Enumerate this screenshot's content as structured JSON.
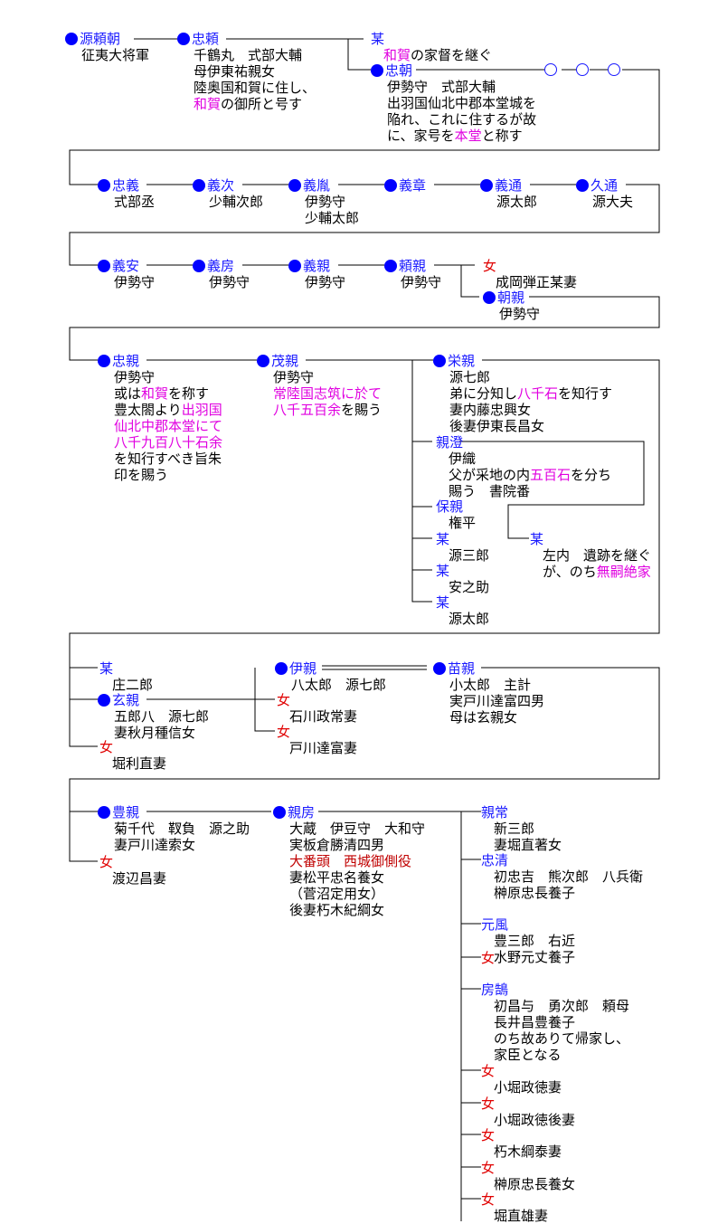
{
  "minamoto_yoritomo": {
    "name": "源頼朝",
    "details": [
      [
        {
          "t": "征夷大将軍"
        }
      ]
    ]
  },
  "tadayori": {
    "name": "忠頼",
    "details": [
      [
        {
          "t": "千鶴丸　式部大輔"
        }
      ],
      [
        {
          "t": "母伊東祐親女"
        }
      ],
      [
        {
          "t": "陸奥国和賀に住し、"
        }
      ],
      [
        {
          "t": "和賀",
          "c": "m"
        },
        {
          "t": "の御所と号す"
        }
      ]
    ]
  },
  "bou_waga": {
    "name": "某",
    "details": [
      [
        {
          "t": "和賀",
          "c": "m"
        },
        {
          "t": "の家督を継ぐ"
        }
      ]
    ]
  },
  "tadatomo": {
    "name": "忠朝",
    "details": [
      [
        {
          "t": "伊勢守　式部大輔"
        }
      ],
      [
        {
          "t": "出羽国仙北中郡本堂城を"
        }
      ],
      [
        {
          "t": "陥れ、これに住するが故"
        }
      ],
      [
        {
          "t": "に、家号を"
        },
        {
          "t": "本堂",
          "c": "m"
        },
        {
          "t": "と称す"
        }
      ]
    ]
  },
  "row2": [
    {
      "name": "忠義",
      "details": [
        [
          {
            "t": "式部丞"
          }
        ]
      ]
    },
    {
      "name": "義次",
      "details": [
        [
          {
            "t": "少輔次郎"
          }
        ]
      ]
    },
    {
      "name": "義胤",
      "details": [
        [
          {
            "t": "伊勢守"
          }
        ],
        [
          {
            "t": "少輔太郎"
          }
        ]
      ]
    },
    {
      "name": "義章",
      "details": []
    },
    {
      "name": "義通",
      "details": [
        [
          {
            "t": "源太郎"
          }
        ]
      ]
    },
    {
      "name": "久通",
      "details": [
        [
          {
            "t": "源大夫"
          }
        ]
      ]
    }
  ],
  "row3": [
    {
      "name": "義安",
      "details": [
        [
          {
            "t": "伊勢守"
          }
        ]
      ]
    },
    {
      "name": "義房",
      "details": [
        [
          {
            "t": "伊勢守"
          }
        ]
      ]
    },
    {
      "name": "義親",
      "details": [
        [
          {
            "t": "伊勢守"
          }
        ]
      ]
    },
    {
      "name": "頼親",
      "details": [
        [
          {
            "t": "伊勢守"
          }
        ]
      ]
    }
  ],
  "onna_naruoka": {
    "name": "女",
    "details": [
      [
        {
          "t": "成岡弾正某妻"
        }
      ]
    ]
  },
  "tomochika": {
    "name": "朝親",
    "details": [
      [
        {
          "t": "伊勢守"
        }
      ]
    ]
  },
  "tadachika": {
    "name": "忠親",
    "details": [
      [
        {
          "t": "伊勢守"
        }
      ],
      [
        {
          "t": "或は"
        },
        {
          "t": "和賀",
          "c": "m"
        },
        {
          "t": "を称す"
        }
      ],
      [
        {
          "t": "豊太閤より"
        },
        {
          "t": "出羽国",
          "c": "m"
        }
      ],
      [
        {
          "t": "仙北中郡本堂にて",
          "c": "m"
        }
      ],
      [
        {
          "t": "八千九百八十石余",
          "c": "m"
        }
      ],
      [
        {
          "t": "を知行すべき旨朱"
        }
      ],
      [
        {
          "t": "印を賜う"
        }
      ]
    ]
  },
  "shigechika": {
    "name": "茂親",
    "details": [
      [
        {
          "t": "伊勢守"
        }
      ],
      [
        {
          "t": "常陸国志筑に於て",
          "c": "m"
        }
      ],
      [
        {
          "t": "八千五百余",
          "c": "m"
        },
        {
          "t": "を賜う"
        }
      ]
    ]
  },
  "eichika": {
    "name": "栄親",
    "details": [
      [
        {
          "t": "源七郎"
        }
      ],
      [
        {
          "t": "弟に分知し"
        },
        {
          "t": "八千石",
          "c": "m"
        },
        {
          "t": "を知行す"
        }
      ],
      [
        {
          "t": "妻内藤忠興女"
        }
      ],
      [
        {
          "t": "後妻伊東長昌女"
        }
      ]
    ]
  },
  "chikazumi": {
    "name": "親澄",
    "details": [
      [
        {
          "t": "伊織"
        }
      ],
      [
        {
          "t": "父が采地の内"
        },
        {
          "t": "五百石",
          "c": "m"
        },
        {
          "t": "を分ち"
        }
      ],
      [
        {
          "t": "賜う　書院番"
        }
      ]
    ]
  },
  "yasuchika": {
    "name": "保親",
    "details": [
      [
        {
          "t": "権平"
        }
      ]
    ]
  },
  "bou_genzaburo": {
    "name": "某",
    "details": [
      [
        {
          "t": "源三郎"
        }
      ]
    ]
  },
  "bou_yasunosuke": {
    "name": "某",
    "details": [
      [
        {
          "t": "安之助"
        }
      ]
    ]
  },
  "bou_gentaro": {
    "name": "某",
    "details": [
      [
        {
          "t": "源太郎"
        }
      ]
    ]
  },
  "bou_sanai": {
    "name": "某",
    "details": [
      [
        {
          "t": "左内　遺跡を継ぐ"
        }
      ],
      [
        {
          "t": "が、のち"
        },
        {
          "t": "無嗣絶家",
          "c": "m"
        }
      ]
    ]
  },
  "bou_shojiro": {
    "name": "某",
    "details": [
      [
        {
          "t": "庄二郎"
        }
      ]
    ]
  },
  "genchika": {
    "name": "玄親",
    "details": [
      [
        {
          "t": "五郎八　源七郎"
        }
      ],
      [
        {
          "t": "妻秋月種信女"
        }
      ]
    ]
  },
  "onna_hori": {
    "name": "女",
    "details": [
      [
        {
          "t": "堀利直妻"
        }
      ]
    ]
  },
  "korechika": {
    "name": "伊親",
    "details": [
      [
        {
          "t": "八太郎　源七郎"
        }
      ]
    ]
  },
  "onna_ishikawa": {
    "name": "女",
    "details": [
      [
        {
          "t": "石川政常妻"
        }
      ]
    ]
  },
  "onna_togawa": {
    "name": "女",
    "details": [
      [
        {
          "t": "戸川達富妻"
        }
      ]
    ]
  },
  "naechika": {
    "name": "苗親",
    "details": [
      [
        {
          "t": "小太郎　主計"
        }
      ],
      [
        {
          "t": "実戸川達富四男"
        }
      ],
      [
        {
          "t": "母は玄親女"
        }
      ]
    ]
  },
  "toyochika": {
    "name": "豊親",
    "details": [
      [
        {
          "t": "菊千代　靫負　源之助"
        }
      ],
      [
        {
          "t": "妻戸川達索女"
        }
      ]
    ]
  },
  "onna_watanabe": {
    "name": "女",
    "details": [
      [
        {
          "t": "渡辺昌妻"
        }
      ]
    ]
  },
  "chikafusa": {
    "name": "親房",
    "details": [
      [
        {
          "t": "大蔵　伊豆守　大和守"
        }
      ],
      [
        {
          "t": "実板倉勝清四男"
        }
      ],
      [
        {
          "t": "大番頭　西城御側役",
          "c": "r"
        }
      ],
      [
        {
          "t": "妻松平忠名養女"
        }
      ],
      [
        {
          "t": "（菅沼定用女）"
        }
      ],
      [
        {
          "t": "後妻朽木紀綱女"
        }
      ]
    ]
  },
  "col_last": [
    {
      "name": "親常",
      "f": false,
      "details": [
        [
          {
            "t": "新三郎"
          }
        ],
        [
          {
            "t": "妻堀直著女"
          }
        ]
      ]
    },
    {
      "name": "忠清",
      "f": false,
      "details": [
        [
          {
            "t": "初忠吉　熊次郎　八兵衛"
          }
        ],
        [
          {
            "t": "榊原忠長養子"
          }
        ]
      ]
    },
    {
      "name": "元風",
      "f": false,
      "details": [
        [
          {
            "t": "豊三郎　右近"
          }
        ],
        [
          {
            "t": "水野元丈養子"
          }
        ]
      ]
    },
    {
      "name": "女",
      "f": true,
      "details": []
    },
    {
      "name": "房鵠",
      "f": false,
      "details": [
        [
          {
            "t": "初昌与　勇次郎　頼母"
          }
        ],
        [
          {
            "t": "長井昌豊養子"
          }
        ],
        [
          {
            "t": "のち故ありて帰家し、"
          }
        ],
        [
          {
            "t": "家臣となる"
          }
        ]
      ]
    },
    {
      "name": "女",
      "f": true,
      "details": [
        [
          {
            "t": "小堀政徳妻"
          }
        ]
      ]
    },
    {
      "name": "女",
      "f": true,
      "details": [
        [
          {
            "t": "小堀政徳後妻"
          }
        ]
      ]
    },
    {
      "name": "女",
      "f": true,
      "details": [
        [
          {
            "t": "朽木綱泰妻"
          }
        ]
      ]
    },
    {
      "name": "女",
      "f": true,
      "details": [
        [
          {
            "t": "榊原忠長養女"
          }
        ]
      ]
    },
    {
      "name": "女",
      "f": true,
      "details": [
        [
          {
            "t": "堀直雄妻"
          }
        ]
      ]
    }
  ]
}
